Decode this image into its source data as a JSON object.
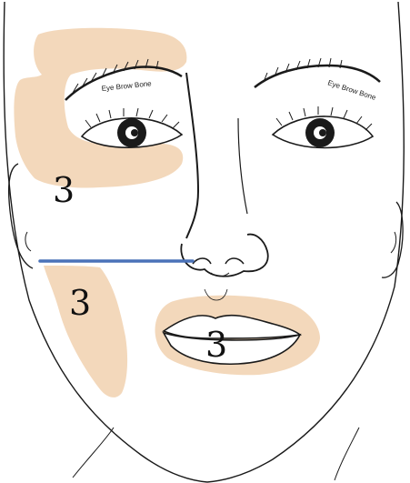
{
  "figure": {
    "brow_labels": {
      "left": "Eye Brow Bone",
      "right": "Eye Brow Bone"
    },
    "zones": [
      {
        "label": "3"
      },
      {
        "label": "3"
      },
      {
        "label": "3"
      }
    ],
    "colors": {
      "zone_fill": "#f3d8bb",
      "guide_line": "#4a72b8",
      "ink": "#1a1a1a",
      "background": "#ffffff"
    }
  }
}
